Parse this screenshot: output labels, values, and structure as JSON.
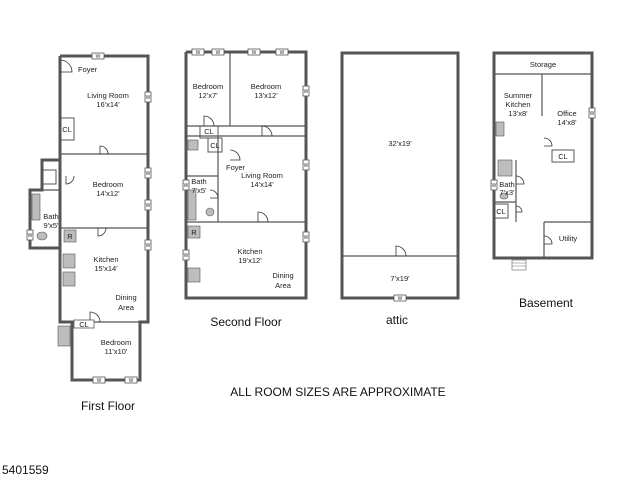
{
  "floors": {
    "first": {
      "title": "First Floor",
      "foyer": "Foyer",
      "living": "Living Room",
      "living_size": "16'x14'",
      "cl": "CL",
      "bedroom1": "Bedroom",
      "bedroom1_size": "14'x12'",
      "bath": "Bath",
      "bath_size": "9'x5'",
      "kitchen": "Kitchen",
      "kitchen_size": "15'x14'",
      "dining": "Dining",
      "dining2": "Area",
      "bedroom2": "Bedroom",
      "bedroom2_size": "11'x10'",
      "cl2": "CL"
    },
    "second": {
      "title": "Second Floor",
      "bedroom_a": "Bedroom",
      "bedroom_a_size": "12'x7'",
      "bedroom_b": "Bedroom",
      "bedroom_b_size": "13'x12'",
      "cl_a": "CL",
      "cl_b": "CL",
      "foyer": "Foyer",
      "living": "Living Room",
      "living_size": "14'x14'",
      "bath": "Bath",
      "bath_size": "7'x5'",
      "kitchen": "Kitchen",
      "kitchen_size": "19'x12'",
      "dining": "Dining",
      "dining2": "Area"
    },
    "attic": {
      "title": "attic",
      "main_size": "32'x19'",
      "lower_size": "7'x19'"
    },
    "basement": {
      "title": "Basement",
      "storage": "Storage",
      "summer": "Summer",
      "summer2": "Kitchen",
      "summer_size": "13'x8'",
      "office": "Office",
      "office_size": "14'x8'",
      "cl_a": "CL",
      "bath": "Bath",
      "bath_size": "7'x3'",
      "cl_b": "CL",
      "utility": "Utility"
    }
  },
  "symbols": {
    "window": "W",
    "refrigerator": "R"
  },
  "note": "ALL ROOM SIZES ARE APPROXIMATE",
  "listing_id": "5401559"
}
